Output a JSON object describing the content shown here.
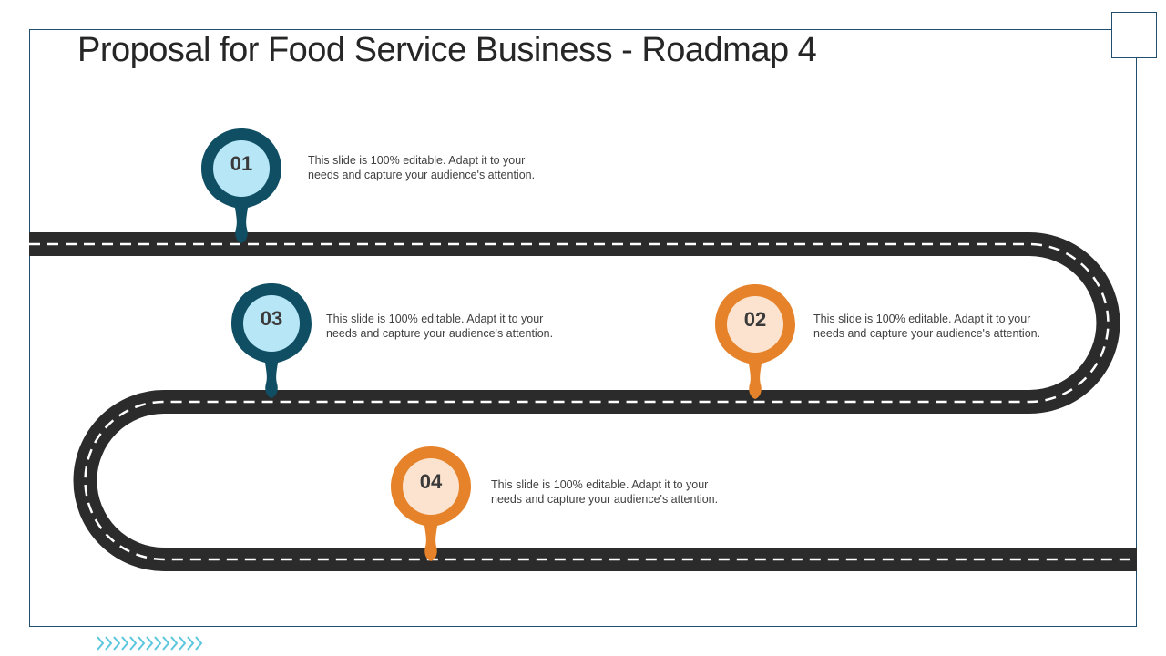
{
  "title": "Proposal for Food Service Business - Roadmap 4",
  "colors": {
    "teal_ring": "#0f4e63",
    "teal_inner": "#b7e6f7",
    "orange_ring": "#e6832a",
    "orange_inner": "#fbe3cf",
    "road": "#2b2b2b",
    "road_dash": "#ffffff",
    "frame": "#1f4e6e",
    "chevron": "#5bc6dd"
  },
  "milestones": [
    {
      "number": "01",
      "color": "teal",
      "text_line1": "This slide is 100% editable. Adapt it to your",
      "text_line2": "needs and capture your audience's attention."
    },
    {
      "number": "02",
      "color": "orange",
      "text_line1": "This slide is 100% editable. Adapt it to your",
      "text_line2": "needs and capture your audience's attention."
    },
    {
      "number": "03",
      "color": "teal",
      "text_line1": "This slide is 100% editable. Adapt it to your",
      "text_line2": "needs and capture your audience's attention."
    },
    {
      "number": "04",
      "color": "orange",
      "text_line1": "This slide is 100% editable. Adapt it to your",
      "text_line2": "needs and capture your audience's attention."
    }
  ],
  "icons": {
    "footer": "chevron-arrows-icon",
    "corner": "corner-box"
  }
}
